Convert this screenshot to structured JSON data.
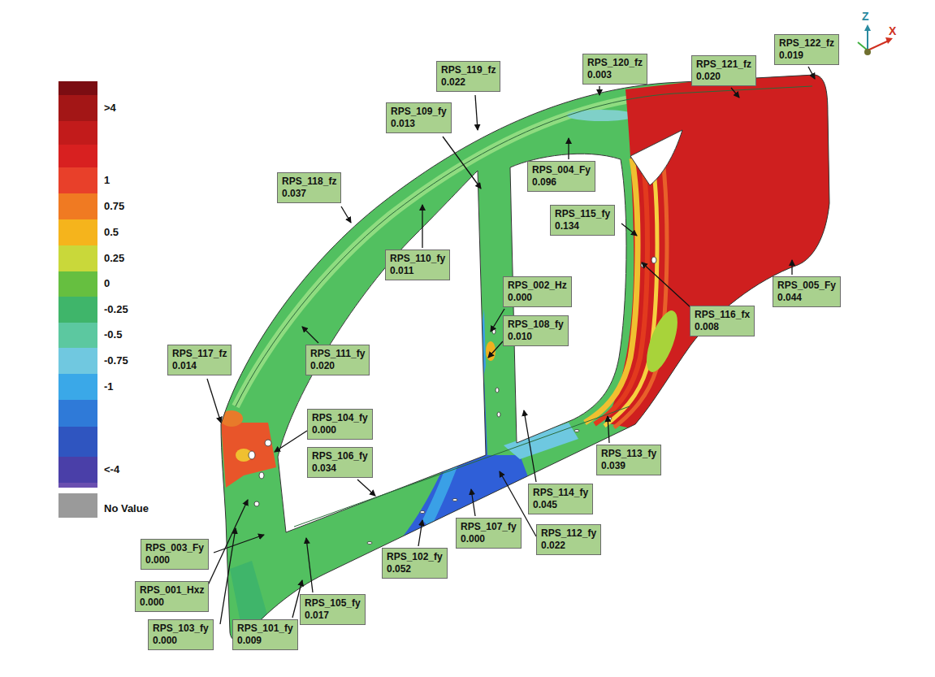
{
  "diagram": {
    "nodes": [
      {
        "text": [
          "RPS_122_fz",
          "0.019"
        ]
      },
      {
        "text": [
          "RPS_120_fz",
          "0.003"
        ]
      },
      {
        "text": [
          "RPS_121_fz",
          "0.020"
        ]
      },
      {
        "text": [
          "RPS_119_fz",
          "0.022"
        ]
      },
      {
        "text": [
          "RPS_109_fy",
          "0.013"
        ]
      },
      {
        "text": [
          "RPS_004_Fy",
          "0.096"
        ]
      },
      {
        "text": [
          "RPS_118_fz",
          "0.037"
        ]
      },
      {
        "text": [
          "RPS_115_fy",
          "0.134"
        ]
      },
      {
        "text": [
          "RPS_110_fy",
          "0.011"
        ]
      },
      {
        "text": [
          "RPS_002_Hz",
          "0.000"
        ]
      },
      {
        "text": [
          "RPS_005_Fy",
          "0.044"
        ]
      },
      {
        "text": [
          "RPS_116_fx",
          "0.008"
        ]
      },
      {
        "text": [
          "RPS_108_fy",
          "0.010"
        ]
      },
      {
        "text": [
          "RPS_117_fz",
          "0.014"
        ]
      },
      {
        "text": [
          "RPS_111_fy",
          "0.020"
        ]
      },
      {
        "text": [
          "RPS_104_fy",
          "0.000"
        ]
      },
      {
        "text": [
          "RPS_106_fy",
          "0.034"
        ]
      },
      {
        "text": [
          "RPS_113_fy",
          "0.039"
        ]
      },
      {
        "text": [
          "RPS_114_fy",
          "0.045"
        ]
      },
      {
        "text": [
          "RPS_107_fy",
          "0.000"
        ]
      },
      {
        "text": [
          "RPS_112_fy",
          "0.022"
        ]
      },
      {
        "text": [
          "RPS_003_Fy",
          "0.000"
        ]
      },
      {
        "text": [
          "RPS_102_fy",
          "0.052"
        ]
      },
      {
        "text": [
          "RPS_001_Hxz",
          "0.000"
        ]
      },
      {
        "text": [
          "RPS_105_fy",
          "0.017"
        ]
      },
      {
        "text": [
          "RPS_103_fy",
          "0.000"
        ]
      },
      {
        "text": [
          "RPS_101_fy",
          "0.009"
        ]
      }
    ],
    "labels": [
      "Z",
      "X"
    ],
    "legend": [
      {
        "text": ">4",
        "color": "#a31616"
      },
      {
        "text": "1",
        "color": "#e8402a"
      },
      {
        "text": "0.75",
        "color": "#f07a22"
      },
      {
        "text": "0.5",
        "color": "#f5b41c"
      },
      {
        "text": "0.25",
        "color": "#c9d83a"
      },
      {
        "text": "0",
        "color": "#66bf40"
      },
      {
        "text": "-0.25",
        "color": "#3fb56a"
      },
      {
        "text": "-0.5",
        "color": "#5cc8a0"
      },
      {
        "text": "-0.75",
        "color": "#70c8e0"
      },
      {
        "text": "-1",
        "color": "#3aa8e8"
      },
      {
        "text": "<-4",
        "color": "#4a3fa8"
      },
      {
        "text": "No Value",
        "color": "#9a9a9a"
      }
    ]
  }
}
